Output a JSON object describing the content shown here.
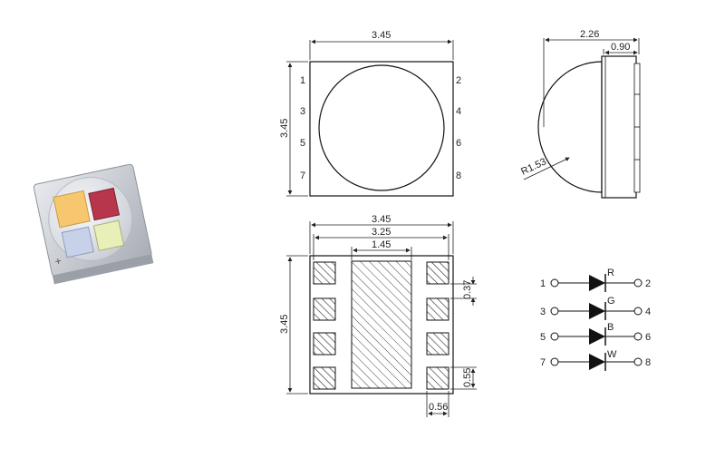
{
  "top_view": {
    "width_label": "3.45",
    "height_label": "3.45",
    "pins_left": [
      "1",
      "3",
      "5",
      "7"
    ],
    "pins_right": [
      "2",
      "4",
      "6",
      "8"
    ]
  },
  "side_view": {
    "total_height_label": "2.26",
    "body_height_label": "0.90",
    "radius_label": "R1.53"
  },
  "bottom_view": {
    "outer_width_label": "3.45",
    "inner_width_label": "3.25",
    "pad_width_label": "1.45",
    "height_label": "3.45",
    "pin_pitch_label": "0.37",
    "pin_height_label": "0.55",
    "pin_width_label": "0.56"
  },
  "schematic": {
    "diodes": [
      {
        "anode_pin": "1",
        "cathode_pin": "2",
        "color_code": "R"
      },
      {
        "anode_pin": "3",
        "cathode_pin": "4",
        "color_code": "G"
      },
      {
        "anode_pin": "5",
        "cathode_pin": "6",
        "color_code": "B"
      },
      {
        "anode_pin": "7",
        "cathode_pin": "8",
        "color_code": "W"
      }
    ]
  },
  "photo": {
    "plus_mark": "+",
    "colors": {
      "white_die": "#f6c76f",
      "red_die": "#b8364c",
      "blue_die": "#c7d2ea",
      "green_die": "#e9efb8"
    }
  }
}
